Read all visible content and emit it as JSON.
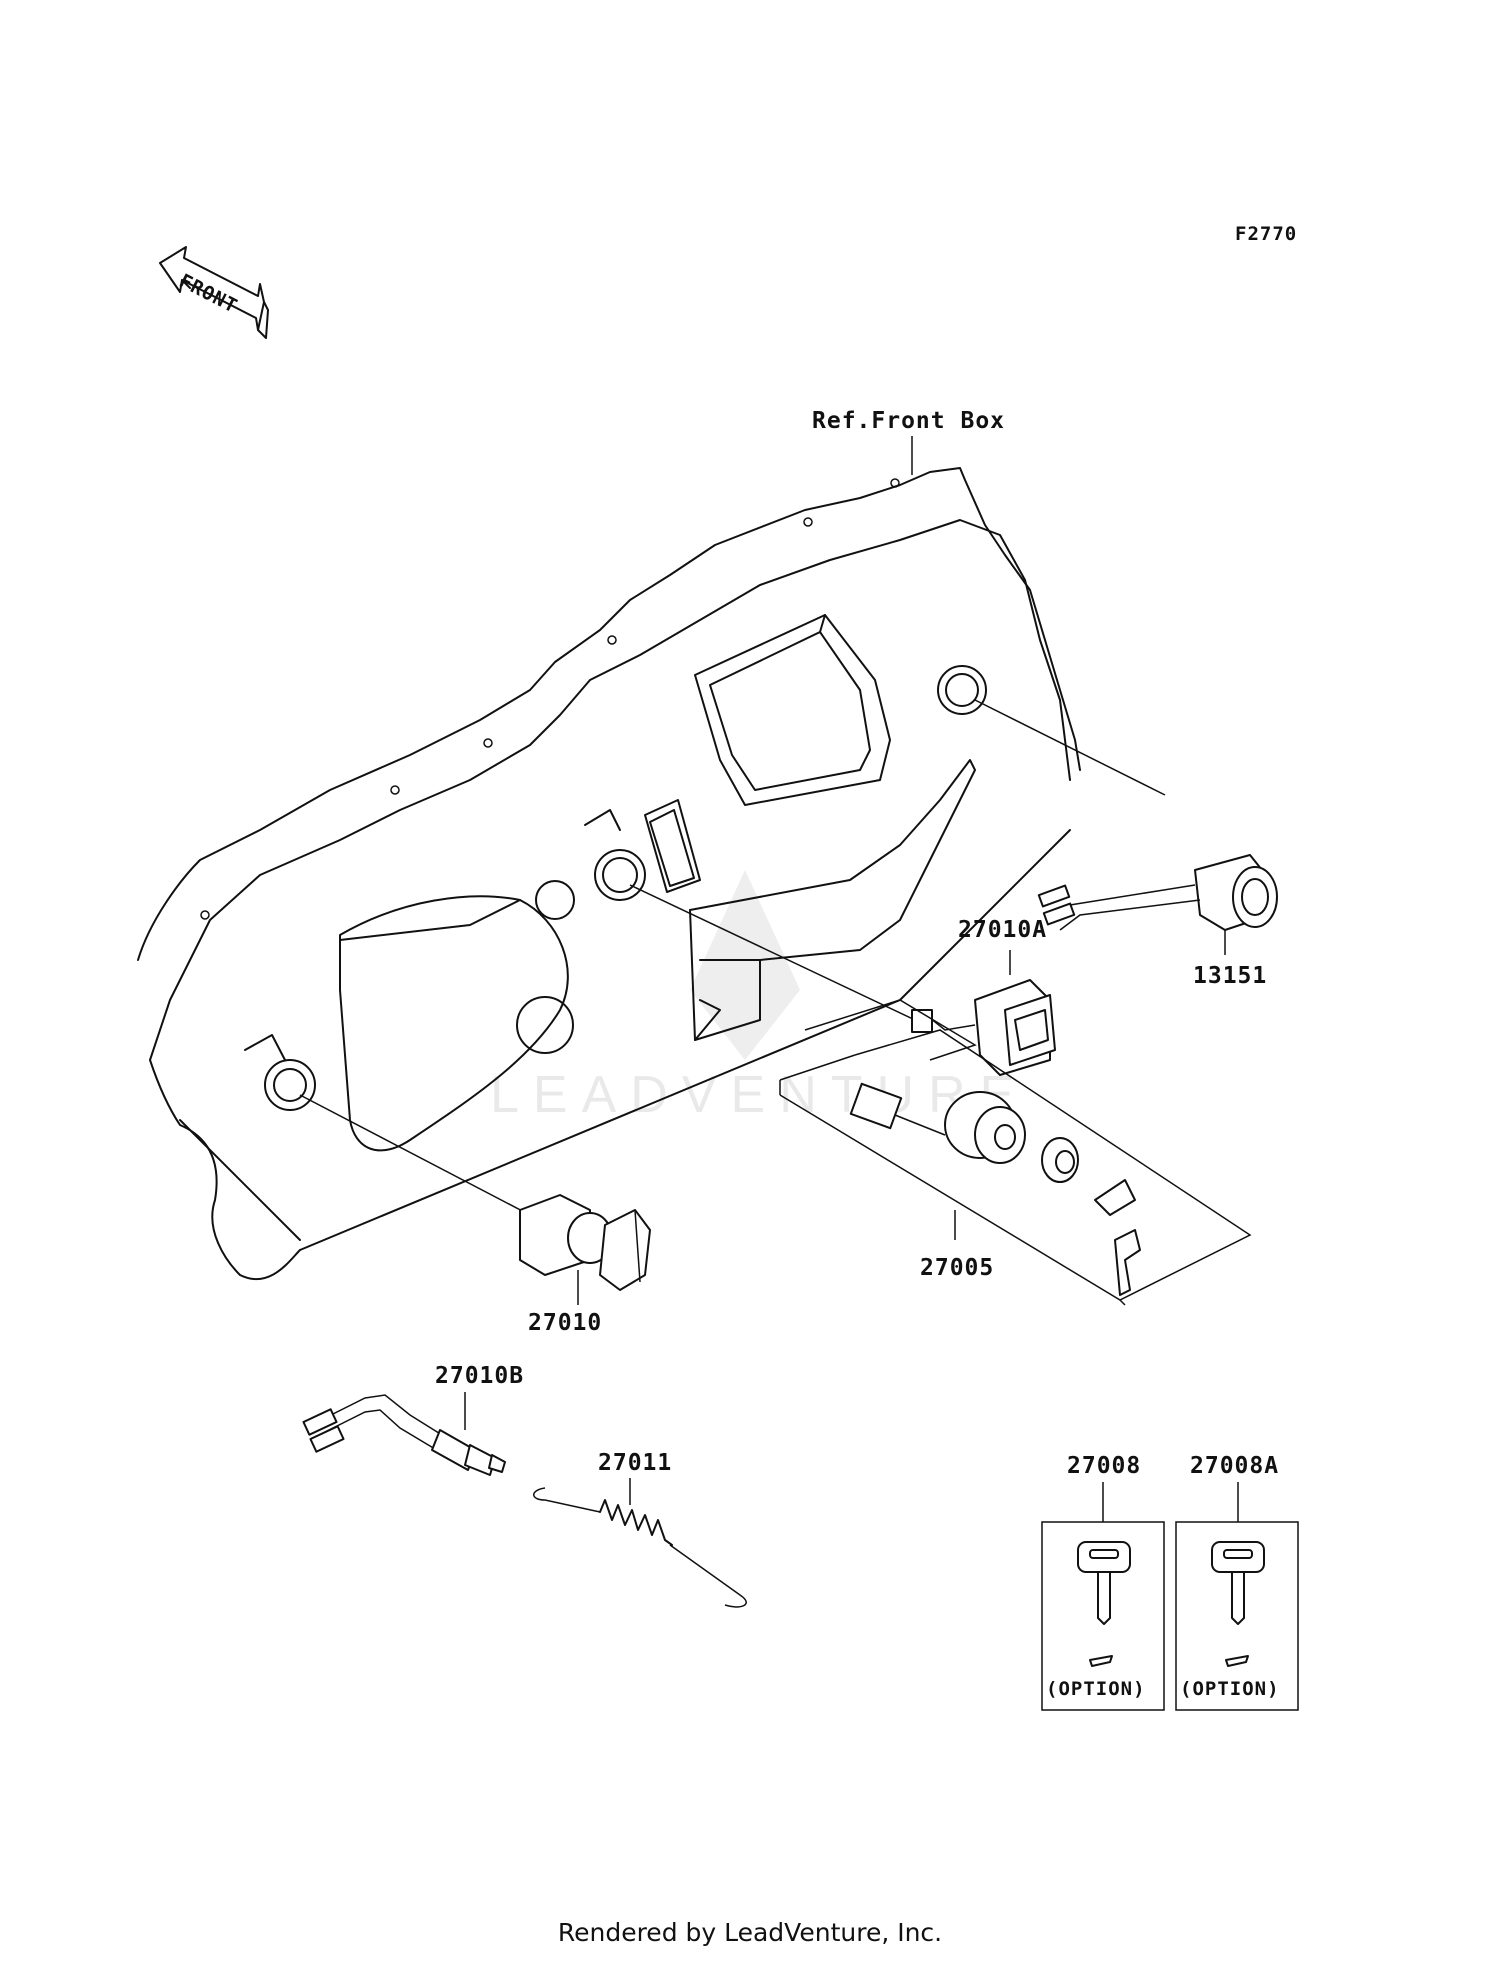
{
  "diagram_code": "F2770",
  "front_arrow": "FRONT",
  "ref_label": "Ref.Front Box",
  "watermark": "LEADVENTURE",
  "parts": [
    {
      "number": "13151"
    },
    {
      "number": "27010A"
    },
    {
      "number": "27005"
    },
    {
      "number": "27010"
    },
    {
      "number": "27010B"
    },
    {
      "number": "27011"
    },
    {
      "number": "27008"
    },
    {
      "number": "27008A"
    }
  ],
  "option_label": "(OPTION)",
  "footer": "Rendered by LeadVenture, Inc."
}
